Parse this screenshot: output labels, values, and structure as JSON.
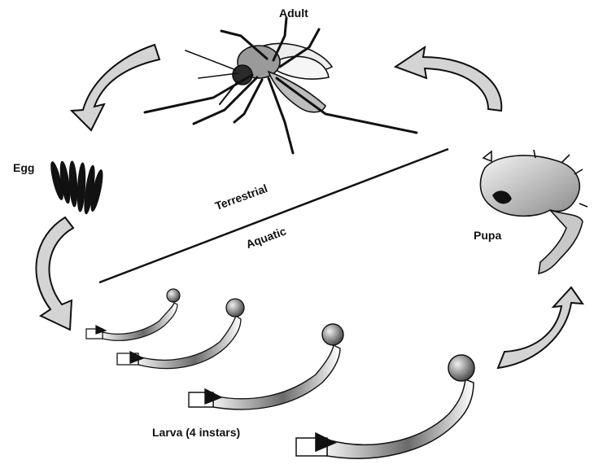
{
  "labels": {
    "adult": "Adult",
    "egg": "Egg",
    "pupa": "Pupa",
    "larva": "Larva (4 instars)",
    "terrestrial": "Terrestrial",
    "aquatic": "Aquatic"
  },
  "colors": {
    "ink": "#111111",
    "arrow_fill": "#d4d4d4",
    "body_light": "#e8e8e8",
    "body_dark": "#6a6a6a"
  },
  "icons": [
    "mosquito-adult",
    "egg-raft",
    "pupa",
    "larva",
    "cycle-arrow"
  ]
}
